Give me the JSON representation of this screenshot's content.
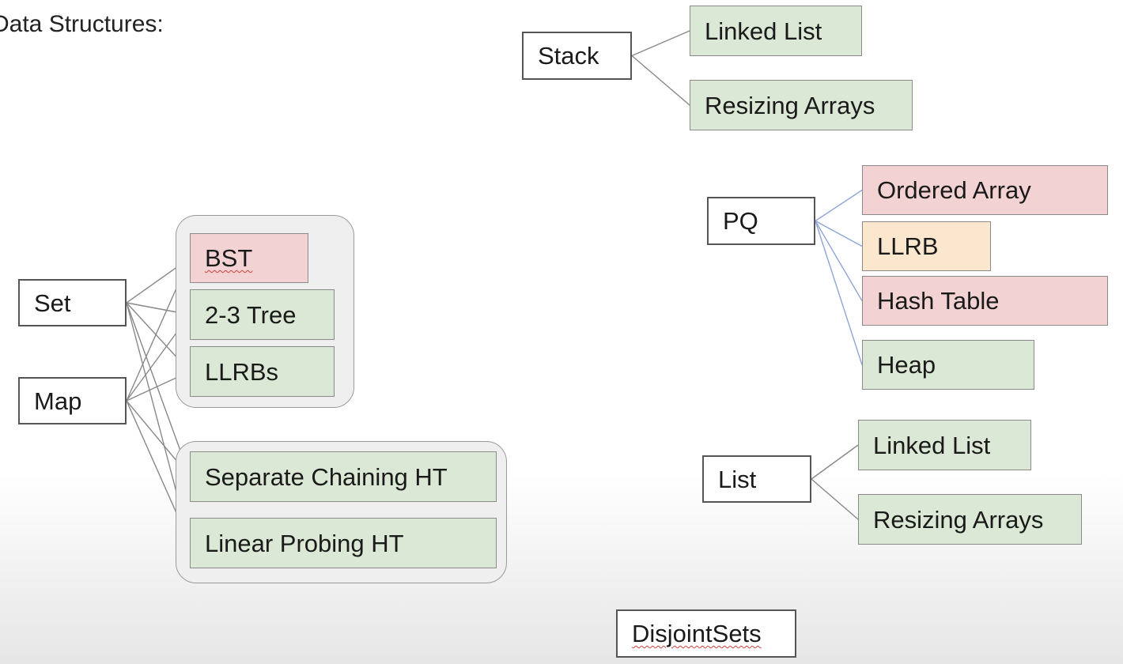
{
  "title": "Data Structures:",
  "nodes": {
    "stack": "Stack",
    "stack_linked_list": "Linked List",
    "stack_resizing_arrays": "Resizing Arrays",
    "pq": "PQ",
    "pq_ordered_array": "Ordered Array",
    "pq_llrb": "LLRB",
    "pq_hash_table": "Hash Table",
    "pq_heap": "Heap",
    "set": "Set",
    "map": "Map",
    "bst": "BST",
    "two_three_tree": "2-3 Tree",
    "llrbs": "LLRBs",
    "separate_chaining_ht": "Separate Chaining HT",
    "linear_probing_ht": "Linear Probing HT",
    "list": "List",
    "list_linked_list": "Linked List",
    "list_resizing_arrays": "Resizing Arrays",
    "disjoint_sets": "DisjointSets"
  },
  "colors": {
    "good_fit": "#dbe8d5",
    "poor_fit": "#f2d2d2",
    "okay_fit": "#fbe6ce",
    "edge": "#888888",
    "pq_edge": "#8fa6d6"
  },
  "edges": [
    [
      "stack",
      "stack_linked_list"
    ],
    [
      "stack",
      "stack_resizing_arrays"
    ],
    [
      "pq",
      "pq_ordered_array"
    ],
    [
      "pq",
      "pq_llrb"
    ],
    [
      "pq",
      "pq_hash_table"
    ],
    [
      "pq",
      "pq_heap"
    ],
    [
      "set",
      "bst"
    ],
    [
      "set",
      "two_three_tree"
    ],
    [
      "set",
      "llrbs"
    ],
    [
      "set",
      "separate_chaining_ht"
    ],
    [
      "set",
      "linear_probing_ht"
    ],
    [
      "map",
      "bst"
    ],
    [
      "map",
      "two_three_tree"
    ],
    [
      "map",
      "llrbs"
    ],
    [
      "map",
      "separate_chaining_ht"
    ],
    [
      "map",
      "linear_probing_ht"
    ],
    [
      "list",
      "list_linked_list"
    ],
    [
      "list",
      "list_resizing_arrays"
    ]
  ]
}
